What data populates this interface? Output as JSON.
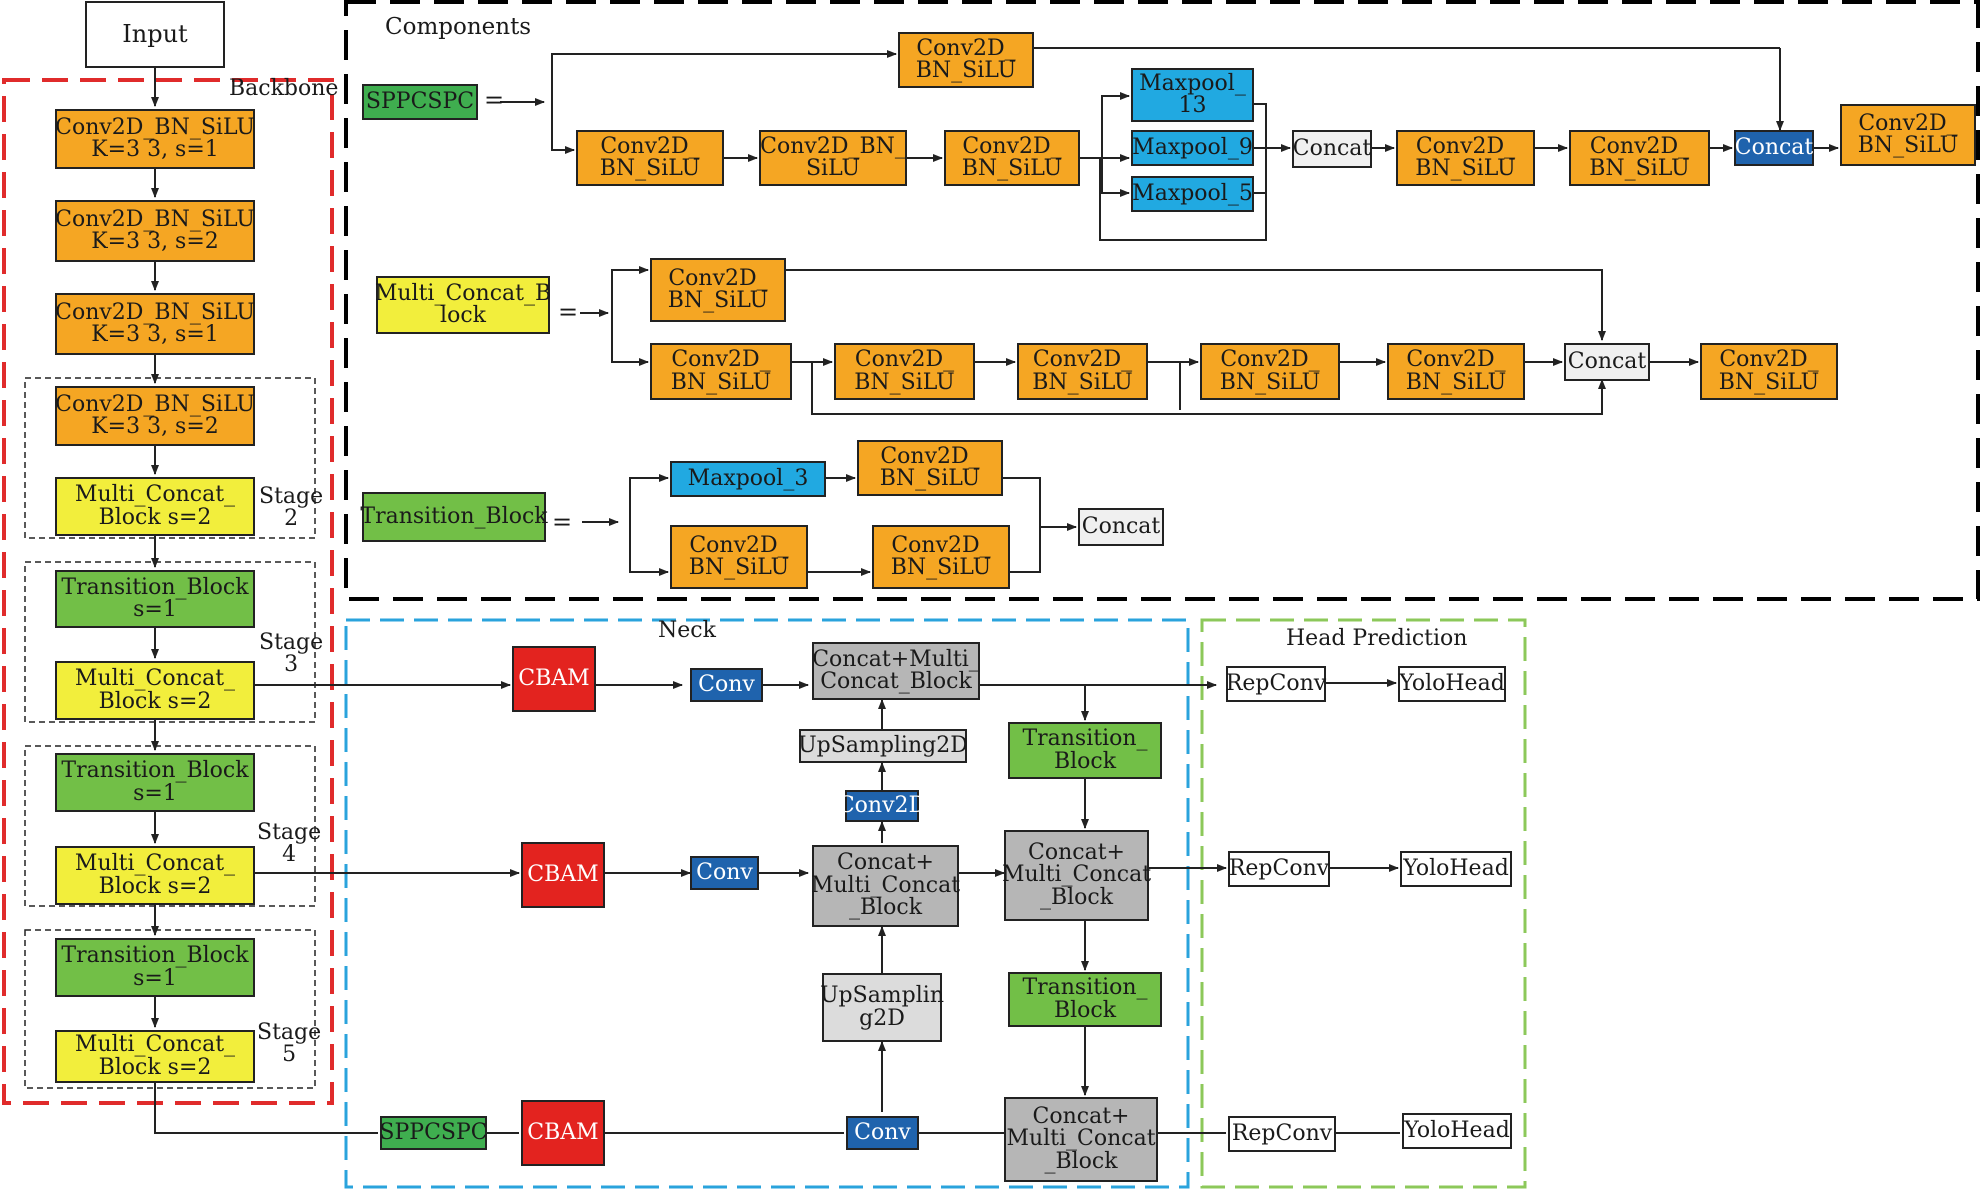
{
  "input": "Input",
  "sections": {
    "backbone": "Backbone",
    "components": "Components",
    "neck": "Neck",
    "head": "Head Prediction"
  },
  "backbone": {
    "b1": "Conv2D_BN_SiLU\nK=3  3, s=1",
    "b2": "Conv2D_BN_SiLU\nK=3  3,  s=2",
    "b3": "Conv2D_BN_SiLU\nK=3  3, s=1",
    "b4": "Conv2D_BN_SiLU\nK=3  3, s=2",
    "b5": "Multi_Concat_\nBlock s=2",
    "b6": "Transition_Block\ns=1",
    "b7": "Multi_Concat_\nBlock s=2",
    "b8": "Transition_Block\ns=1",
    "b9": "Multi_Concat_\nBlock s=2",
    "b10": "Transition_Block\ns=1",
    "b11": "Multi_Concat_\nBlock s=2",
    "stage2": "Stage\n2",
    "stage3": "Stage\n3",
    "stage4": "Stage\n4",
    "stage5": "Stage\n5"
  },
  "components": {
    "equals": "=",
    "sppcspc": {
      "label": "SPPCSPC",
      "top_conv": "Conv2D_\nBN_SiLU",
      "conv1": "Conv2D_\nBN_SiLU",
      "conv2": "Conv2D_BN_\nSiLU",
      "conv3": "Conv2D_\nBN_SiLU",
      "mp13": "Maxpool_\n13",
      "mp9": "Maxpool_9",
      "mp5": "Maxpool_5",
      "concat1": "Concat",
      "conv4": "Conv2D_\nBN_SiLU",
      "conv5": "Conv2D_\nBN_SiLU",
      "concat2": "Concat",
      "conv6": "Conv2D_\nBN_SiLU"
    },
    "mcb": {
      "label": "Multi_Concat_B\nlock",
      "top_conv": "Conv2D_\nBN_SiLU",
      "c1": "Conv2D_\nBN_SiLU",
      "c2": "Conv2D_\nBN_SiLU",
      "c3": "Conv2D_\nBN_SiLU",
      "c4": "Conv2D_\nBN_SiLU",
      "c5": "Conv2D_\nBN_SiLU",
      "concat": "Concat",
      "out": "Conv2D_\nBN_SiLU"
    },
    "tb": {
      "label": "Transition_Block",
      "maxpool": "Maxpool_3",
      "mp_conv": "Conv2D_\nBN_SiLU",
      "c1": "Conv2D_\nBN_SiLU",
      "c2": "Conv2D_\nBN_SiLU",
      "concat": "Concat"
    }
  },
  "neck": {
    "cbam1": "CBAM",
    "cbam2": "CBAM",
    "cbam3": "CBAM",
    "sppcspc": "SPPCSPC",
    "conv1": "Conv",
    "conv2": "Conv",
    "conv3": "Conv",
    "cmcb1": "Concat+Multi_\nConcat_Block",
    "up1": "UpSampling2D",
    "conv2d": "Conv2D",
    "cmcb2": "Concat+\nMulti_Concat\n_Block",
    "up2": "UpSamplin\ng2D",
    "tb1": "Transition_\nBlock",
    "cmcb3": "Concat+\nMulti_Concat\n_Block",
    "tb2": "Transition_\nBlock",
    "cmcb4": "Concat+\nMulti_Concat\n_Block"
  },
  "head": {
    "rep1": "RepConv",
    "rep2": "RepConv",
    "rep3": "RepConv",
    "yolo1": "YoloHead",
    "yolo2": "YoloHead",
    "yolo3": "YoloHead"
  },
  "colors": {
    "conv_bn_silu": "#f5a623",
    "multi_concat": "#f2ee3c",
    "transition": "#72bf47",
    "maxpool": "#21a9e1",
    "conv": "#1f63ad",
    "cbam": "#e3231f",
    "concat_block": "#b6b6b6",
    "backbone_border": "#e02b2b",
    "neck_border": "#2aa3dc",
    "head_border": "#8cc85a",
    "components_border": "#000000"
  }
}
